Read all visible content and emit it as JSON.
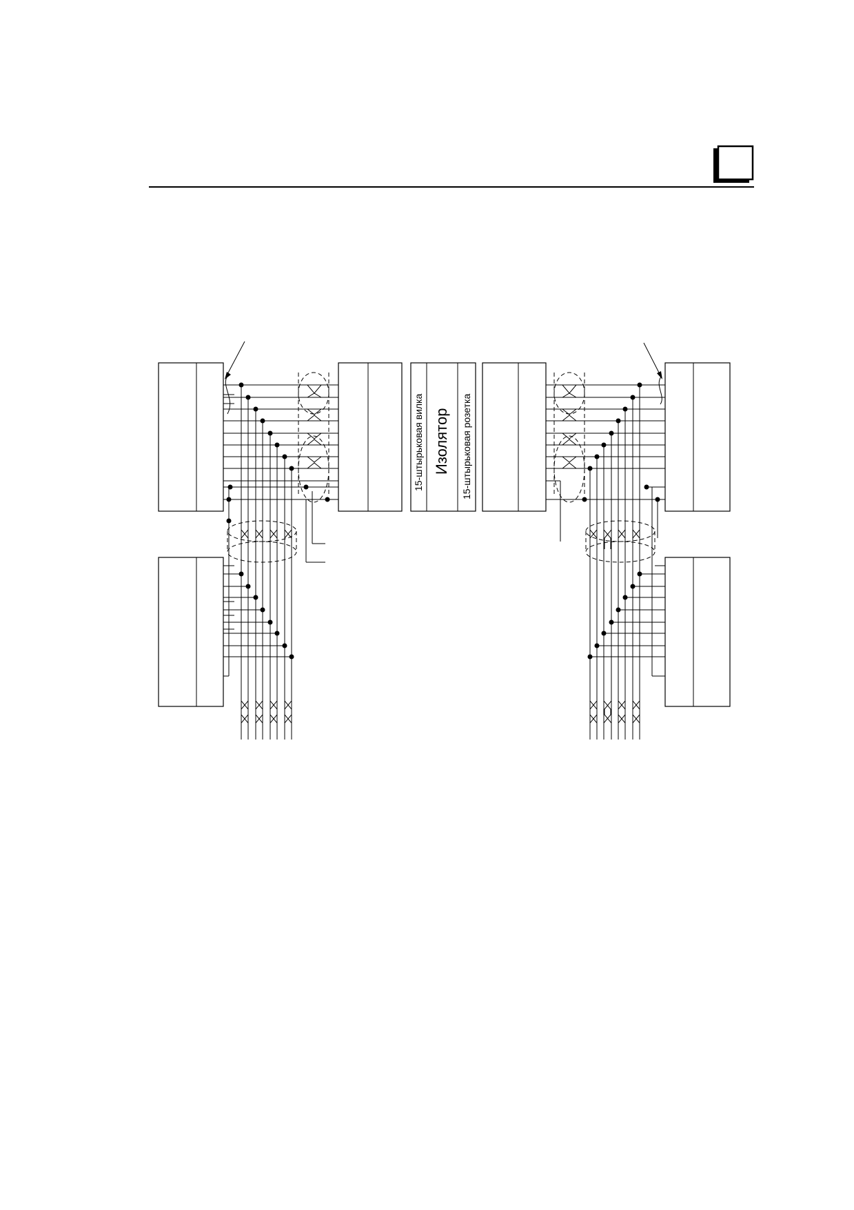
{
  "page": {
    "background": "#ffffff",
    "ink": "#000000"
  },
  "header": {
    "tab_icon": "square-tab-icon"
  },
  "isolator": {
    "plug_label": "15-штырьковая вилка",
    "title": "Изолятор",
    "socket_label": "15-штырьковая розетка"
  }
}
